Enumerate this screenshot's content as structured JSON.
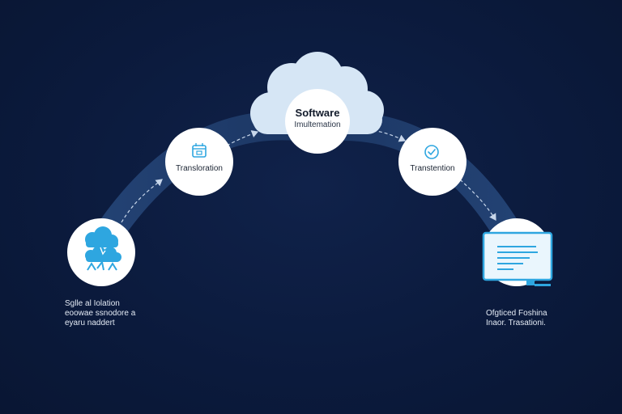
{
  "nodes": {
    "center": {
      "title": "Software",
      "subtitle": "Imultemation",
      "icon": "cloud-icon"
    },
    "left": {
      "label": "Transloration",
      "icon": "calendar-icon"
    },
    "right": {
      "label": "Transtention",
      "icon": "check-circle-icon"
    },
    "start": {
      "icon": "cloud-network-icon"
    },
    "end": {
      "icon": "monitor-document-icon"
    }
  },
  "captions": {
    "start": [
      "Sglle al Iolation",
      "eoowae ssnodore a",
      "eyaru naddert"
    ],
    "end": [
      "Ofgticed Foshina",
      "Inaor. Trasationi."
    ]
  },
  "colors": {
    "background": "#0b1a3c",
    "arc": "#223f6e",
    "cloud": "#d6e6f5",
    "node_fill": "#ffffff",
    "accent": "#2ea6e0"
  }
}
